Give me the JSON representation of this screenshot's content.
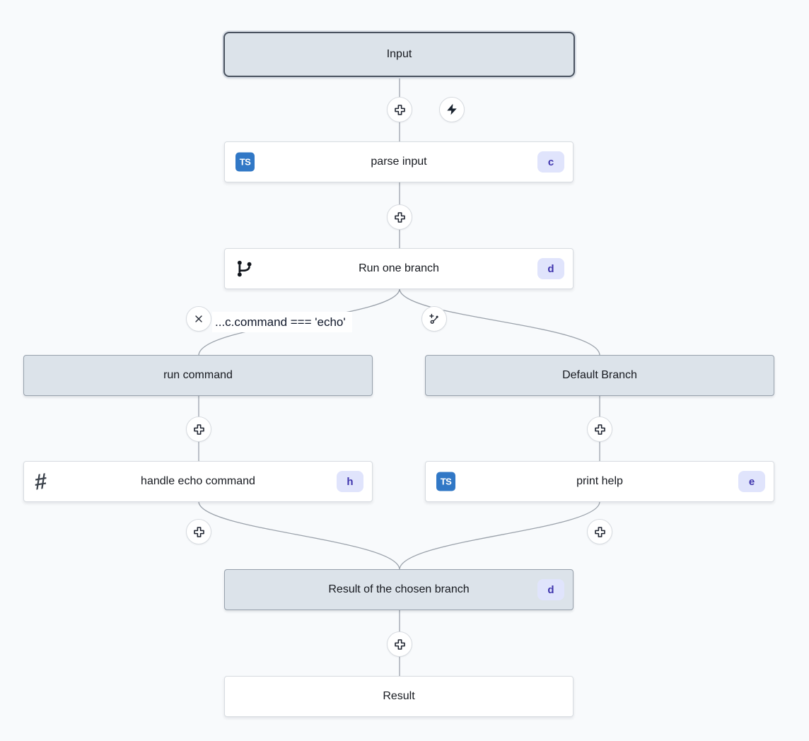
{
  "app": {
    "name": "flow-builder-canvas"
  },
  "colors": {
    "canvas_bg": "#f8fafc",
    "gray_node_bg": "#dce3ea",
    "selected_border": "#49525f",
    "edge": "#9ba2ab",
    "badge_bg": "#e0e4fc",
    "badge_text": "#3f35ad",
    "typescript_blue": "#3178c6"
  },
  "icons": {
    "ts_label": "TS",
    "hash_glyph": "#"
  },
  "nodes": {
    "input": {
      "label": "Input"
    },
    "parse_input": {
      "label": "parse input",
      "badge": "c",
      "icon": "typescript-icon"
    },
    "run_one_branch": {
      "label": "Run one branch",
      "badge": "d",
      "icon": "git-branch-icon"
    },
    "run_command": {
      "label": "run command"
    },
    "handle_echo_command": {
      "label": "handle echo command",
      "badge": "h",
      "icon": "hash-icon"
    },
    "default_branch": {
      "label": "Default Branch"
    },
    "print_help": {
      "label": "print help",
      "badge": "e",
      "icon": "typescript-icon"
    },
    "result_of_chosen_branch": {
      "label": "Result of the chosen branch",
      "badge": "d"
    },
    "result": {
      "label": "Result"
    }
  },
  "branch_condition": {
    "label": "...c.command === 'echo'"
  }
}
